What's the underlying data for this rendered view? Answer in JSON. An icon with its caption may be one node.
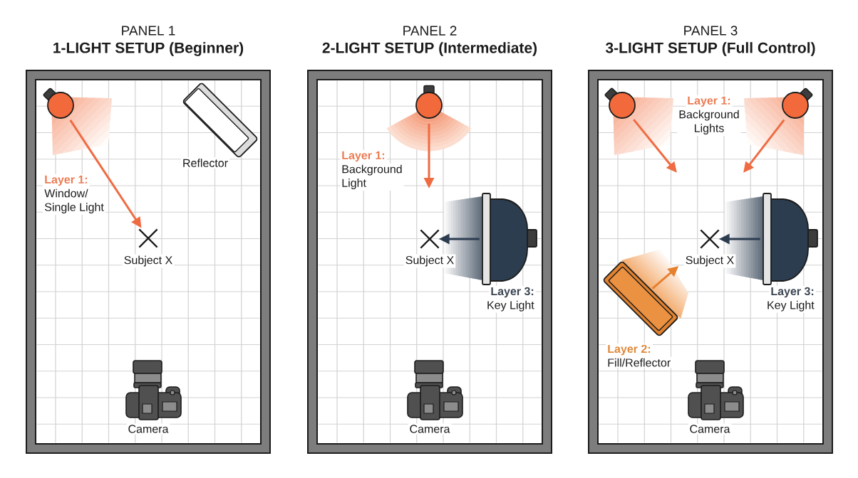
{
  "diagram": {
    "nodes": [
      {
        "text": [
          "PANEL 1",
          "1-LIGHT SETUP (Beginner)"
        ]
      },
      {
        "text": [],
        "shape": "circle",
        "in": 0,
        "beside": [
          "Layer 1:",
          "Window/ Single Light"
        ]
      },
      {
        "text": [],
        "shape": "box",
        "in": 0,
        "beside": [
          "Reflector"
        ]
      },
      {
        "text": [],
        "shape": "cross",
        "in": 0,
        "beside": [
          "Subject X"
        ]
      },
      {
        "text": [],
        "shape": "picture",
        "in": 0,
        "beside": [
          "Camera"
        ]
      },
      {
        "text": [
          "PANEL 2",
          "2-LIGHT SETUP (Intermediate)"
        ]
      },
      {
        "text": [],
        "shape": "circle",
        "in": 5,
        "beside": [
          "Layer 1:",
          "Background Light"
        ]
      },
      {
        "text": [],
        "shape": "semicircle",
        "in": 5,
        "beside": [
          "Layer 3:",
          "Key Light"
        ]
      },
      {
        "text": [],
        "shape": "cross",
        "in": 5,
        "beside": [
          "Subject X"
        ]
      },
      {
        "text": [],
        "shape": "picture",
        "in": 5,
        "beside": [
          "Camera"
        ]
      },
      {
        "text": [
          "PANEL 3",
          "3-LIGHT SETUP (Full Control)"
        ]
      },
      {
        "text": [],
        "shape": "circle",
        "in": 10
      },
      {
        "text": [],
        "shape": "circle",
        "in": 10
      },
      {
        "text": [],
        "shape": "semicircle",
        "in": 10,
        "beside": [
          "Layer 3:",
          "Key Light"
        ]
      },
      {
        "text": [],
        "shape": "cross",
        "in": 10,
        "beside": [
          "Subject X"
        ]
      },
      {
        "text": [],
        "shape": "box",
        "in": 10,
        "beside": [
          "Layer 2:",
          "Fill/Reflector"
        ]
      },
      {
        "text": [],
        "shape": "picture",
        "in": 10,
        "beside": [
          "Camera"
        ]
      }
    ],
    "edges": [
      {
        "from": 1,
        "to": 3,
        "arrow": "to"
      },
      {
        "from": 6,
        "to": null,
        "arrow": "to"
      },
      {
        "from": 7,
        "to": 8,
        "arrow": "to",
        "color": "#2c3d50"
      },
      {
        "from": 11,
        "to": null,
        "arrow": "to"
      },
      {
        "from": 12,
        "to": null,
        "arrow": "to"
      },
      {
        "from": 13,
        "to": 14,
        "arrow": "to",
        "color": "#2c3d50"
      },
      {
        "from": 15,
        "to": 14,
        "arrow": "to",
        "color": "#e5812f"
      }
    ],
    "labels": [
      "Layer 1:",
      "Background Lights"
    ]
  }
}
